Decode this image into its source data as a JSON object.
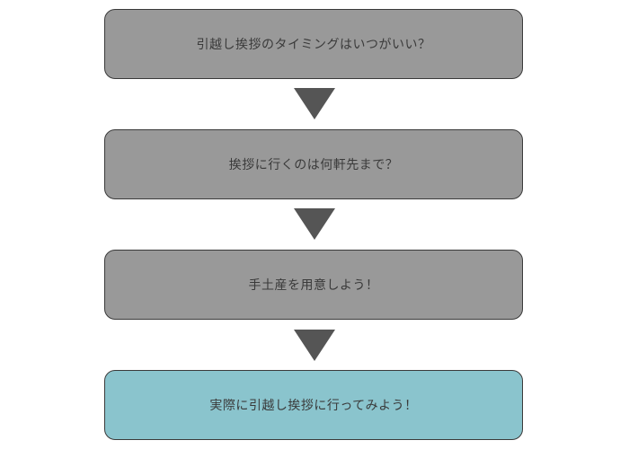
{
  "flow": {
    "steps": [
      {
        "label": "引越し挨拶のタイミングはいつがいい？",
        "highlight": false
      },
      {
        "label": "挨拶に行くのは何軒先まで？",
        "highlight": false
      },
      {
        "label": "手土産を用意しよう！",
        "highlight": false
      },
      {
        "label": "実際に引越し挨拶に行ってみよう！",
        "highlight": true
      }
    ],
    "colors": {
      "box_fill": "#999999",
      "final_box_fill": "#8ac4cd",
      "border": "#3a3a3a",
      "arrow": "#555555",
      "text": "#3a3a3a"
    }
  }
}
